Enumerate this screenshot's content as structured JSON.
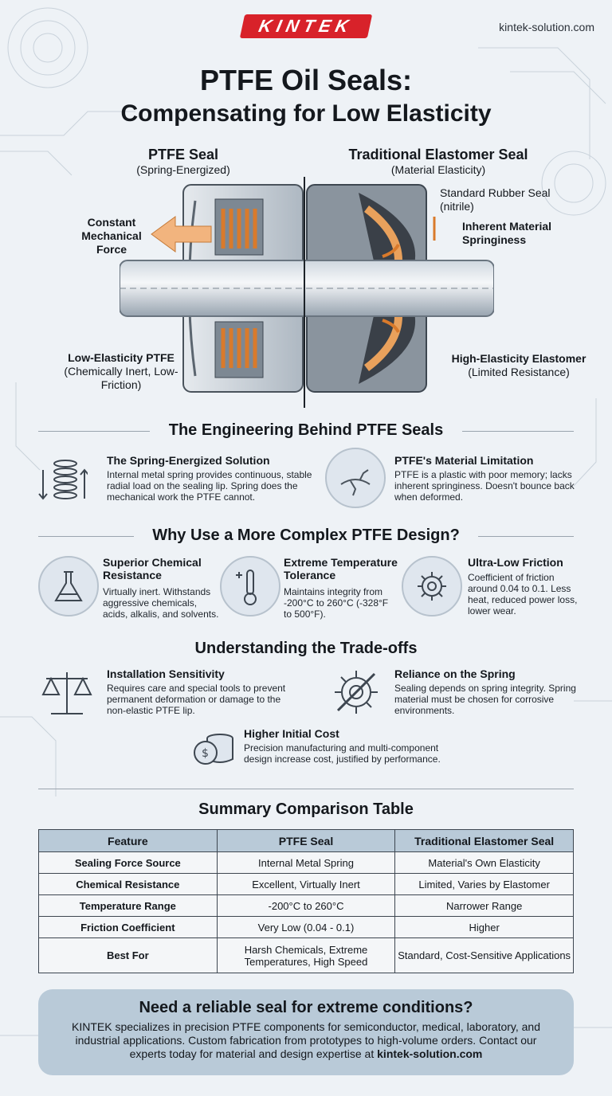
{
  "header": {
    "logo": "KINTEK",
    "site": "kintek-solution.com",
    "title": "PTFE Oil Seals:",
    "subtitle": "Compensating for Low Elasticity"
  },
  "diagram": {
    "left_head": "PTFE Seal",
    "left_sub": "(Spring-Energized)",
    "right_head": "Traditional Elastomer Seal",
    "right_sub": "(Material Elasticity)",
    "label_force": "Constant Mechanical Force",
    "label_ptfe_bold": "Low-Elasticity PTFE",
    "label_ptfe_sub": "(Chemically Inert, Low-Friction)",
    "label_rubber": "Standard Rubber Seal",
    "label_rubber_sub": "(nitrile)",
    "label_spring": "Inherent Material Springiness",
    "label_elast_bold": "High-Elasticity Elastomer",
    "label_elast_sub": "(Limited Resistance)"
  },
  "engineering": {
    "title": "The Engineering Behind PTFE Seals",
    "items": [
      {
        "title": "The Spring-Energized Solution",
        "text": "Internal metal spring provides continuous, stable radial load on the sealing lip. Spring does the mechanical work the PTFE cannot.",
        "icon": "spring-icon"
      },
      {
        "title": "PTFE's Material Limitation",
        "text": "PTFE is a plastic with poor memory; lacks inherent springiness. Doesn't bounce back when deformed.",
        "icon": "cracked-material-icon"
      }
    ]
  },
  "why": {
    "title": "Why Use a More Complex PTFE Design?",
    "items": [
      {
        "title": "Superior Chemical Resistance",
        "text": "Virtually inert. Withstands aggressive chemicals, acids, alkalis, and solvents.",
        "icon": "flask-icon"
      },
      {
        "title": "Extreme Temperature Tolerance",
        "text": "Maintains integrity from -200°C to 260°C (-328°F to 500°F).",
        "icon": "thermometer-icon"
      },
      {
        "title": "Ultra-Low Friction",
        "text": "Coefficient of friction around 0.04 to 0.1. Less heat, reduced power loss, lower wear.",
        "icon": "gear-icon"
      }
    ]
  },
  "tradeoffs": {
    "title": "Understanding the Trade-offs",
    "items": [
      {
        "title": "Installation Sensitivity",
        "text": "Requires care and special tools to prevent permanent deformation or damage to the non-elastic PTFE lip.",
        "icon": "scales-icon"
      },
      {
        "title": "Reliance on the Spring",
        "text": "Sealing depends on spring integrity. Spring material must be chosen for corrosive environments.",
        "icon": "broken-gear-icon"
      },
      {
        "title": "Higher Initial Cost",
        "text": "Precision manufacturing and multi-component design increase cost, justified by performance.",
        "icon": "coins-icon"
      }
    ]
  },
  "table": {
    "title": "Summary Comparison Table",
    "headers": [
      "Feature",
      "PTFE Seal",
      "Traditional Elastomer Seal"
    ],
    "rows": [
      [
        "Sealing Force Source",
        "Internal Metal Spring",
        "Material's Own Elasticity"
      ],
      [
        "Chemical Resistance",
        "Excellent, Virtually Inert",
        "Limited, Varies by Elastomer"
      ],
      [
        "Temperature Range",
        "-200°C to 260°C",
        "Narrower Range"
      ],
      [
        "Friction Coefficient",
        "Very Low (0.04 - 0.1)",
        "Higher"
      ],
      [
        "Best For",
        "Harsh Chemicals, Extreme Temperatures, High Speed",
        "Standard, Cost-Sensitive Applications"
      ]
    ]
  },
  "cta": {
    "title": "Need a reliable seal for extreme conditions?",
    "body": "KINTEK specializes in precision PTFE components for semiconductor, medical, laboratory, and industrial applications. Custom fabrication from prototypes to high-volume orders. Contact our experts today for material and design expertise at",
    "link": "kintek-solution.com"
  },
  "colors": {
    "accent": "#d8222a",
    "spring": "#e08a3c",
    "table_header": "#b9cad8"
  }
}
